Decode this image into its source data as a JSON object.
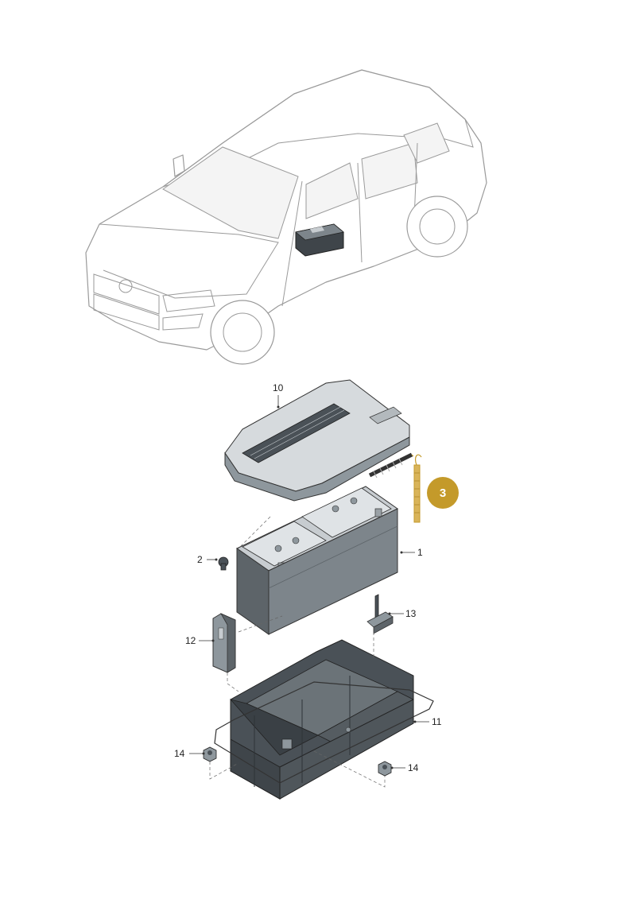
{
  "callouts": {
    "c1": "1",
    "c2": "2",
    "c3": "3",
    "c10": "10",
    "c11": "11",
    "c12": "12",
    "c13": "13",
    "c14a": "14",
    "c14b": "14"
  },
  "colors": {
    "highlight_badge": "#c49a2a",
    "part_dark": "#3f454a",
    "part_mid": "#7d858b",
    "part_light": "#c7ccd0"
  }
}
